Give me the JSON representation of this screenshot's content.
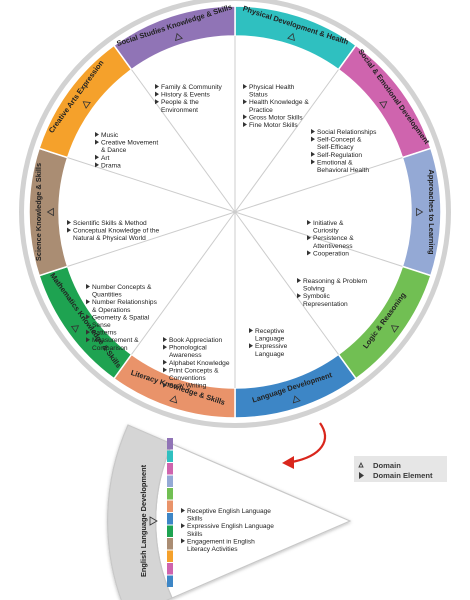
{
  "domains": [
    {
      "label": "Physical Development & Health",
      "color": "#2fc0c0",
      "elements": [
        "Physical Health Status",
        "Health Knowledge & Practice",
        "Gross Motor Skills",
        "Fine Motor Skills"
      ]
    },
    {
      "label": "Social & Emotional Development",
      "color": "#cf64ae",
      "elements": [
        "Social Relationships",
        "Self-Concept & Self-Efficacy",
        "Self-Regulation",
        "Emotional & Behavioral Health"
      ]
    },
    {
      "label": "Approaches to Learning",
      "color": "#94a9d5",
      "elements": [
        "Initiative & Curiosity",
        "Persistence & Attentiveness",
        "Cooperation"
      ]
    },
    {
      "label": "Logic & Reasoning",
      "color": "#71bf53",
      "elements": [
        "Reasoning & Problem Solving",
        "Symbolic Representation"
      ]
    },
    {
      "label": "Language Development",
      "color": "#3d86c6",
      "elements": [
        "Receptive Language",
        "Expressive Language"
      ]
    },
    {
      "label": "Literacy Knowledge & Skills",
      "color": "#e9936a",
      "elements": [
        "Book Appreciation",
        "Phonological Awareness",
        "Alphabet Knowledge",
        "Print Concepts & Conventions",
        "Early Writing"
      ]
    },
    {
      "label": "Mathematics Knowledge & Skills",
      "color": "#1ea351",
      "elements": [
        "Number Concepts & Quantities",
        "Number Relationships & Operations",
        "Geometry & Spatial Sense",
        "Patterns",
        "Measurement & Comparison"
      ]
    },
    {
      "label": "Science Knowledge & Skills",
      "color": "#aa8d73",
      "elements": [
        "Scientific Skills & Method",
        "Conceptual Knowledge of the Natural & Physical World"
      ]
    },
    {
      "label": "Creative Arts Expression",
      "color": "#f5a12b",
      "elements": [
        "Music",
        "Creative Movement & Dance",
        "Art",
        "Drama"
      ]
    },
    {
      "label": "Social Studies Knowledge & Skills",
      "color": "#9074b6",
      "elements": [
        "Family & Community",
        "History & Events",
        "People & the Environment"
      ]
    }
  ],
  "ell": {
    "label": "English Language Development",
    "elements": [
      "Receptive English Language Skills",
      "Expressive English Language Skills",
      "Engagement in English Literacy Activities"
    ]
  },
  "legend": {
    "domain": "Domain",
    "element": "Domain Element"
  },
  "colors": {
    "ring_border": "#c8c8c8",
    "divider": "#cccccc",
    "arrow": "#d9261c",
    "legend_bg": "#e6e6e6"
  },
  "icons": {
    "domain_marker": "outline-triangle",
    "element_marker": "filled-triangle"
  }
}
